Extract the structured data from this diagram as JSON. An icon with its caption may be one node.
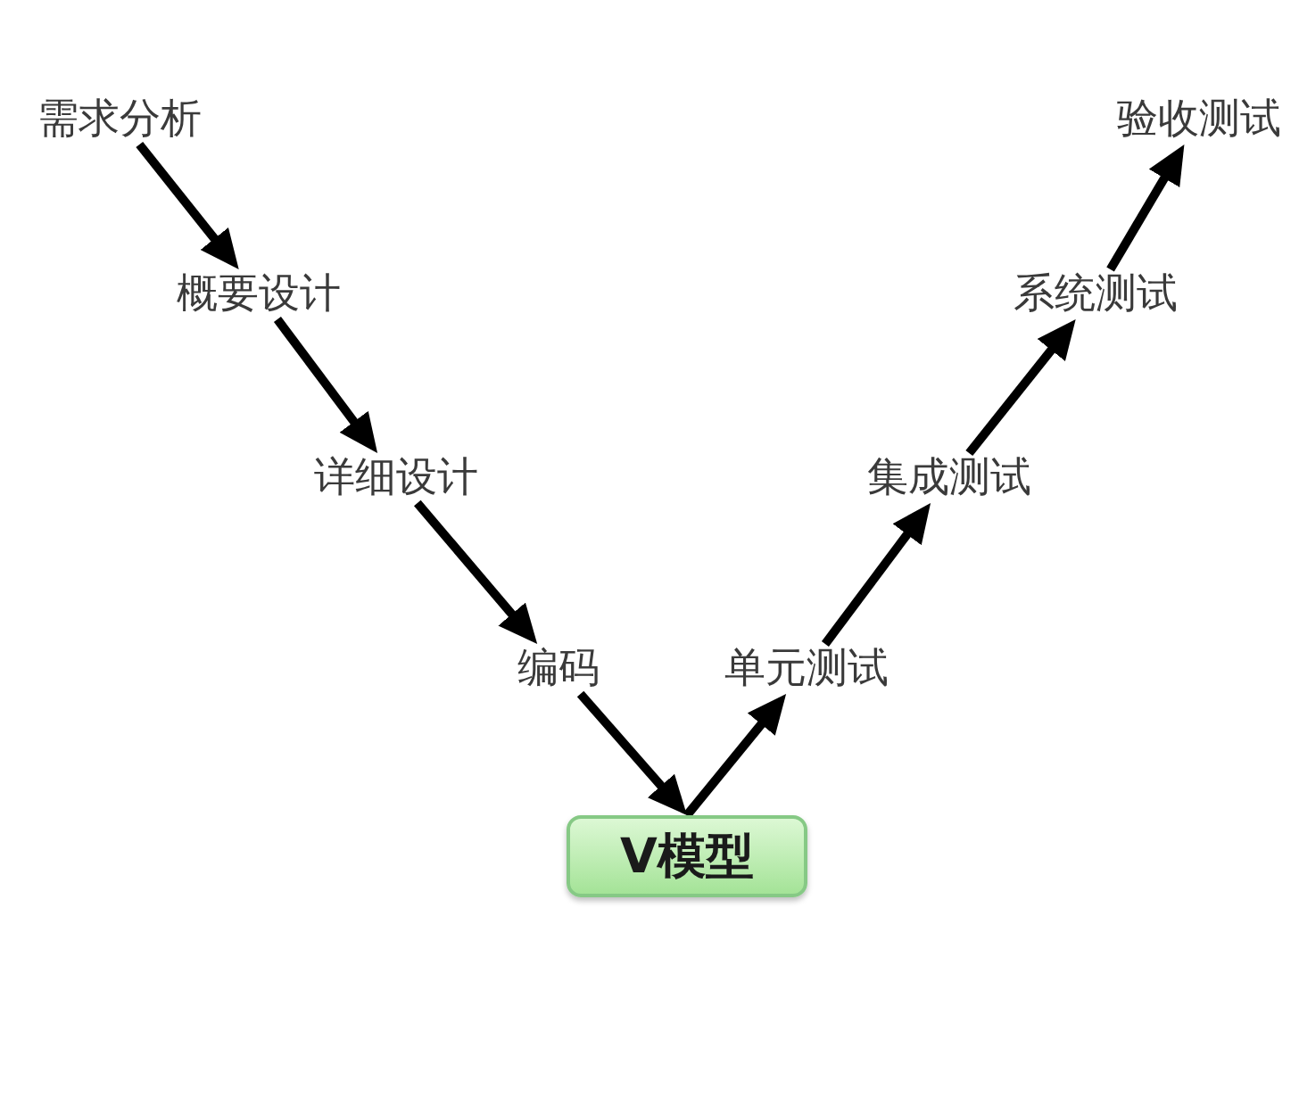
{
  "diagram": {
    "nodes": [
      {
        "text": [
          "需求分析"
        ]
      },
      {
        "text": [
          "概要设计"
        ]
      },
      {
        "text": [
          "详细设计"
        ]
      },
      {
        "text": [
          "编码"
        ]
      },
      {
        "text": [
          "V模型"
        ]
      },
      {
        "text": [
          "单元测试"
        ]
      },
      {
        "text": [
          "集成测试"
        ]
      },
      {
        "text": [
          "系统测试"
        ]
      },
      {
        "text": [
          "验收测试"
        ]
      }
    ],
    "edges": [
      {
        "from": 0,
        "to": 1,
        "arrow": "to"
      },
      {
        "from": 1,
        "to": 2,
        "arrow": "to"
      },
      {
        "from": 2,
        "to": 3,
        "arrow": "to"
      },
      {
        "from": 3,
        "to": 4,
        "arrow": "to"
      },
      {
        "from": 4,
        "to": 5,
        "arrow": "to"
      },
      {
        "from": 5,
        "to": 6,
        "arrow": "to"
      },
      {
        "from": 6,
        "to": 7,
        "arrow": "to"
      },
      {
        "from": 7,
        "to": 8,
        "arrow": "to"
      }
    ]
  }
}
